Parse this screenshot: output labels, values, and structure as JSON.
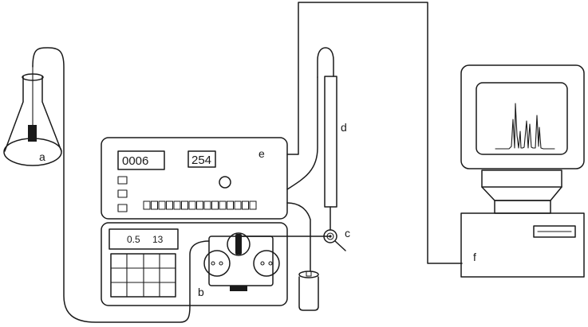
{
  "labels": {
    "a": "a",
    "b": "b",
    "c": "c",
    "d": "d",
    "e": "e",
    "f": "f"
  },
  "detector": {
    "display_left": "0006",
    "display_right": "254"
  },
  "pump": {
    "display_left": "0.5",
    "display_right": "13"
  },
  "colors": {
    "stroke": "#1a1a1a",
    "background": "#ffffff"
  }
}
